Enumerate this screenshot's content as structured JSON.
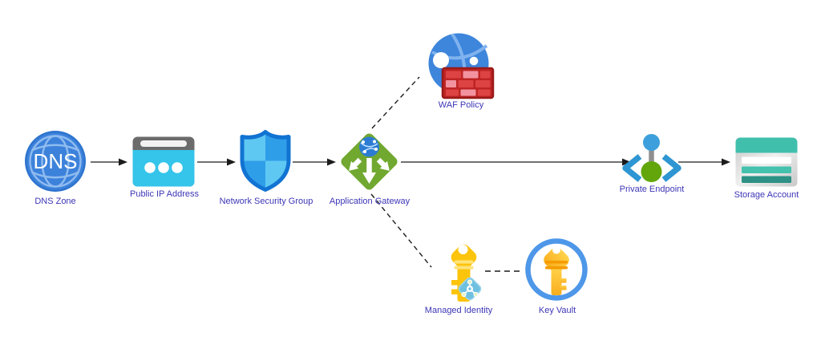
{
  "diagram": {
    "nodes": {
      "dns_zone": {
        "label": "DNS Zone",
        "icon": "dns-globe-icon",
        "icon_text": "DNS"
      },
      "public_ip": {
        "label": "Public IP Address",
        "icon": "browser-window-icon"
      },
      "nsg": {
        "label": "Network Security Group",
        "icon": "shield-icon"
      },
      "app_gateway": {
        "label": "Application Gateway",
        "icon": "gateway-diamond-icon"
      },
      "waf_policy": {
        "label": "WAF Policy",
        "icon": "globe-firewall-icon"
      },
      "private_endpoint": {
        "label": "Private Endpoint",
        "icon": "private-link-icon"
      },
      "storage_account": {
        "label": "Storage Account",
        "icon": "storage-table-icon"
      },
      "managed_identity": {
        "label": "Managed Identity",
        "icon": "key-with-badge-icon"
      },
      "key_vault": {
        "label": "Key Vault",
        "icon": "key-in-circle-icon"
      }
    },
    "edges": [
      {
        "from": "DNS Zone",
        "to": "Public IP Address",
        "style": "solid",
        "arrow": true
      },
      {
        "from": "Public IP Address",
        "to": "Network Security Group",
        "style": "solid",
        "arrow": true
      },
      {
        "from": "Network Security Group",
        "to": "Application Gateway",
        "style": "solid",
        "arrow": true
      },
      {
        "from": "Application Gateway",
        "to": "Private Endpoint",
        "style": "solid",
        "arrow": true
      },
      {
        "from": "Private Endpoint",
        "to": "Storage Account",
        "style": "solid",
        "arrow": true
      },
      {
        "from": "Application Gateway",
        "to": "WAF Policy",
        "style": "dashed",
        "arrow": false
      },
      {
        "from": "Application Gateway",
        "to": "Managed Identity",
        "style": "dashed",
        "arrow": false
      },
      {
        "from": "Managed Identity",
        "to": "Key Vault",
        "style": "dashed",
        "arrow": false
      }
    ],
    "colors": {
      "label_text": "#3D36B6",
      "connector": "#1C1C1C",
      "azure_blue": "#3C82DB",
      "cyan": "#35C4EA",
      "shield_border": "#1173D2",
      "gateway_green": "#71A830",
      "firewall_red": "#BE2424",
      "teal": "#41BFAD",
      "teal_dark": "#2D9186",
      "key_yellow": "#FCC40B",
      "ring_blue": "#4E97E9",
      "endpoint_green": "#62A60C"
    }
  }
}
